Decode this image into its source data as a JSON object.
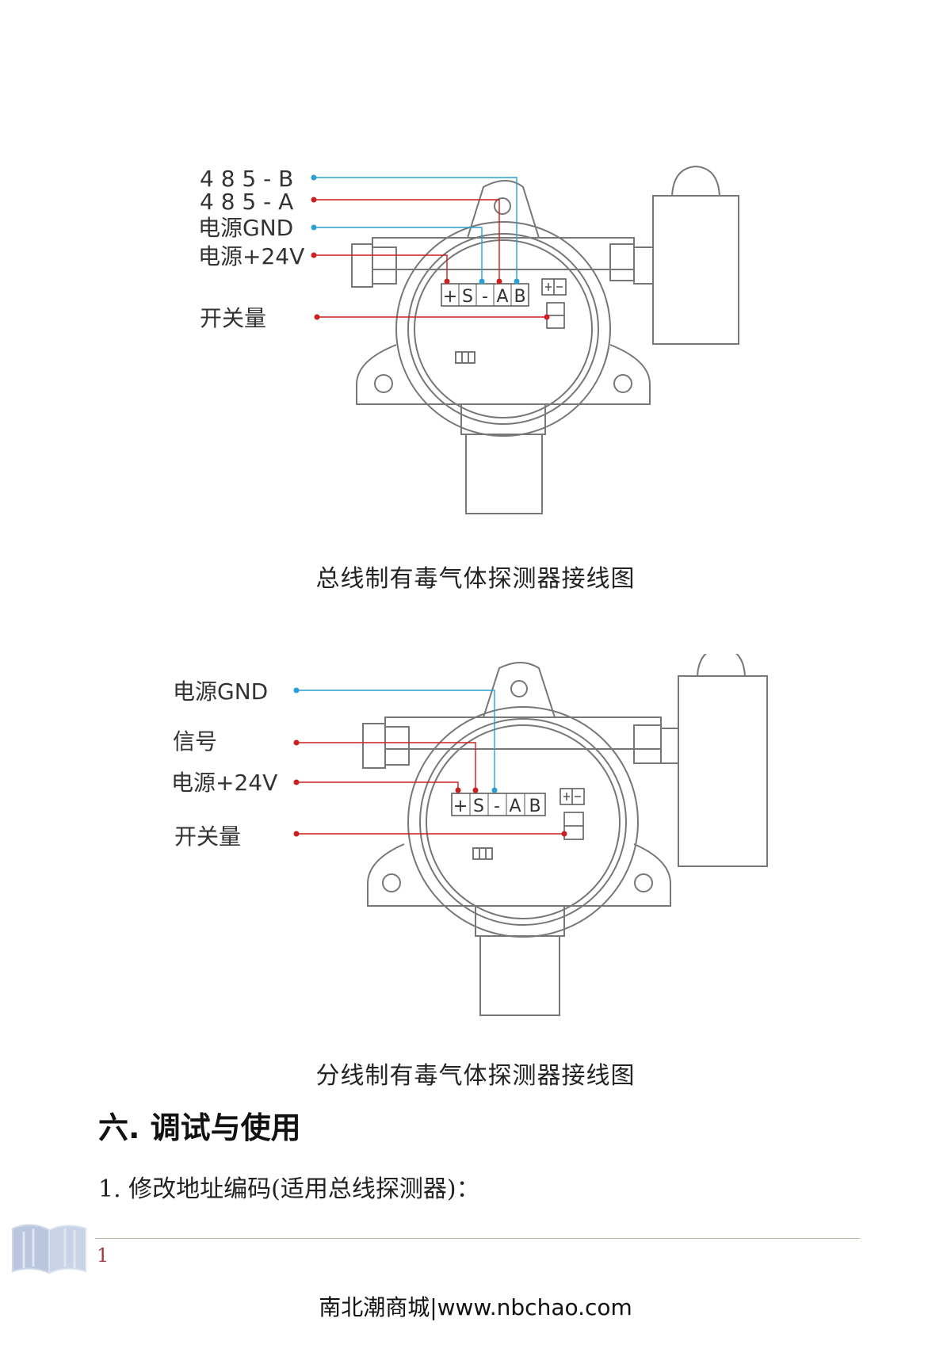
{
  "diagram1": {
    "labels": {
      "b485": "4 8 5 - B",
      "a485": "4 8 5 - A",
      "gnd": "电源GND",
      "v24": "电源+24V",
      "switch": "开关量"
    },
    "terminals": [
      "+",
      "S",
      "-",
      "A",
      "B"
    ],
    "relay": "+|-",
    "caption": "总线制有毒气体探测器接线图"
  },
  "diagram2": {
    "labels": {
      "gnd": "电源GND",
      "signal": "信号",
      "v24": "电源+24V",
      "switch": "开关量"
    },
    "terminals": [
      "+",
      "S",
      "-",
      "A",
      "B"
    ],
    "relay": "+|-",
    "caption": "分线制有毒气体探测器接线图"
  },
  "section": {
    "title": "六. 调试与使用",
    "step1": "1. 修改地址编码(适用总线探测器)："
  },
  "footer": {
    "page_number": "1",
    "watermark": "南北潮商城|www.nbchao.com"
  },
  "colors": {
    "wire_red": "#cc1f1f",
    "wire_blue": "#2a9fd6",
    "outline": "#777777",
    "page_number": "#a0393a"
  }
}
